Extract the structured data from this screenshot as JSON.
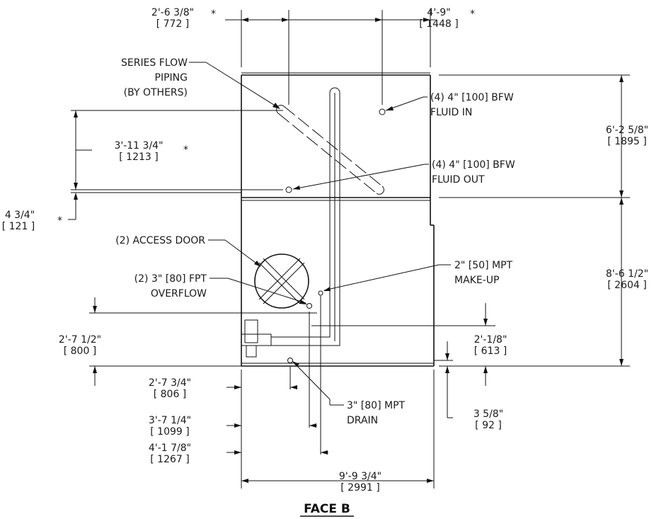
{
  "title": "FACE B",
  "dimensions": {
    "top_left": {
      "imperial": "2'-6 3/8\"",
      "metric": "[ 772 ]",
      "mark": "*"
    },
    "top_right": {
      "imperial": "4'-9\"",
      "metric": "[ 1448 ]",
      "mark": "*"
    },
    "right_upper": {
      "imperial": "6'-2 5/8\"",
      "metric": "[ 1895 ]"
    },
    "right_lower": {
      "imperial": "8'-6 1/2\"",
      "metric": "[ 2604 ]"
    },
    "left_upper": {
      "imperial": "3'-11 3/4\"",
      "metric": "[ 1213 ]",
      "mark": "*"
    },
    "left_small": {
      "imperial": "4 3/4\"",
      "metric": "[ 121 ]",
      "mark": "*"
    },
    "left_lower": {
      "imperial": "2'-7 1/2\"",
      "metric": "[ 800 ]"
    },
    "mid_right": {
      "imperial": "2'-1/8\"",
      "metric": "[ 613 ]"
    },
    "bottom_small_right": {
      "imperial": "3 5/8\"",
      "metric": "[ 92 ]"
    },
    "bottom_1": {
      "imperial": "2'-7 3/4\"",
      "metric": "[ 806 ]"
    },
    "bottom_2": {
      "imperial": "3'-7 1/4\"",
      "metric": "[ 1099 ]"
    },
    "bottom_3": {
      "imperial": "4'-1 7/8\"",
      "metric": "[ 1267 ]"
    },
    "overall_width": {
      "imperial": "9'-9 3/4\"",
      "metric": "[ 2991 ]"
    }
  },
  "callouts": {
    "series_flow": [
      "SERIES FLOW",
      "PIPING",
      "(BY OTHERS)"
    ],
    "fluid_in": [
      "(4) 4\" [100] BFW",
      "FLUID IN"
    ],
    "fluid_out": [
      "(4) 4\" [100] BFW",
      "FLUID OUT"
    ],
    "access_door": [
      "(2) ACCESS DOOR"
    ],
    "overflow": [
      "(2) 3\" [80] FPT",
      "OVERFLOW"
    ],
    "make_up": [
      "2\" [50] MPT",
      "MAKE-UP"
    ],
    "drain": [
      "3\" [80] MPT",
      "DRAIN"
    ]
  }
}
